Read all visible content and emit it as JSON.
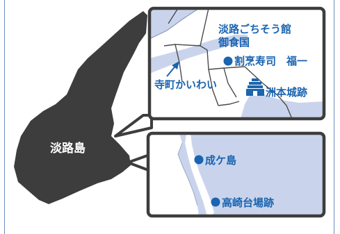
{
  "island": {
    "name": "淡路島"
  },
  "north_inset": {
    "places": [
      {
        "label_line1": "淡路ごちそう館",
        "label_line2": "御食国",
        "marker": "none"
      },
      {
        "label": "割烹寿司　福一",
        "marker": "dot"
      },
      {
        "label": "寺町かいわい",
        "marker": "arrow"
      },
      {
        "label": "洲本城跡",
        "marker": "castle-icon"
      }
    ]
  },
  "south_inset": {
    "places": [
      {
        "label": "成ケ島",
        "marker": "dot"
      },
      {
        "label": "高崎台場跡",
        "marker": "dot"
      }
    ]
  },
  "colors": {
    "island": "#3d3d3d",
    "water": "#c9d4ec",
    "inset_border": "#3d3d3d",
    "label": "#1a64b0",
    "road": "#4a4a4a",
    "page_border": "#6a8dbd"
  }
}
